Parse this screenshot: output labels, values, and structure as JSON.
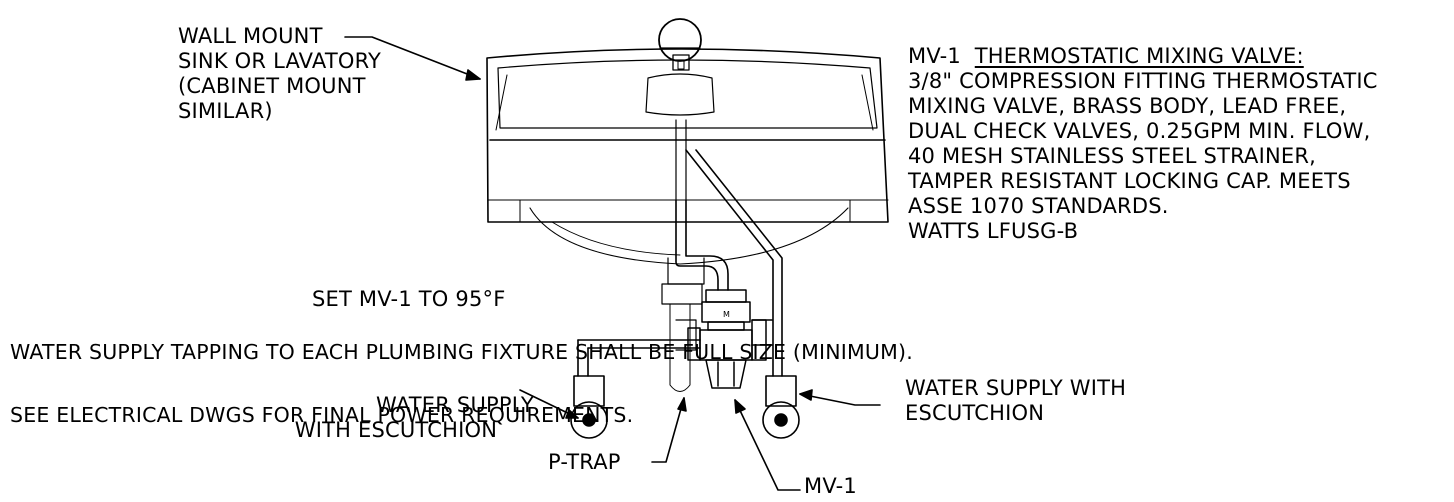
{
  "labels": {
    "wall_mount": [
      "WALL MOUNT",
      "SINK OR LAVATORY",
      "(CABINET MOUNT",
      "SIMILAR)"
    ],
    "set_temp": "SET MV-1 TO 95°F",
    "tapping_note": "WATER SUPPLY TAPPING TO EACH PLUMBING FIXTURE SHALL BE FULL SIZE (MINIMUM).",
    "electrical_note": "SEE ELECTRICAL DWGS FOR FINAL POWER REQUIREMENTS.",
    "supply_left": [
      "WATER SUPPLY",
      "WITH ESCUTCHION"
    ],
    "supply_right": [
      "WATER SUPPLY WITH",
      "ESCUTCHION"
    ],
    "p_trap": "P-TRAP",
    "mv1": "MV-1"
  },
  "spec": {
    "tag": "MV-1",
    "title": "THERMOSTATIC MIXING VALVE:",
    "lines": [
      "3/8\" COMPRESSION FITTING THERMOSTATIC",
      "MIXING VALVE, BRASS BODY, LEAD FREE,",
      "DUAL CHECK VALVES, 0.25GPM MIN. FLOW,",
      "40 MESH STAINLESS STEEL STRAINER,",
      "TAMPER RESISTANT LOCKING CAP. MEETS",
      "ASSE 1070 STANDARDS.",
      "WATTS LFUSG-B"
    ]
  }
}
